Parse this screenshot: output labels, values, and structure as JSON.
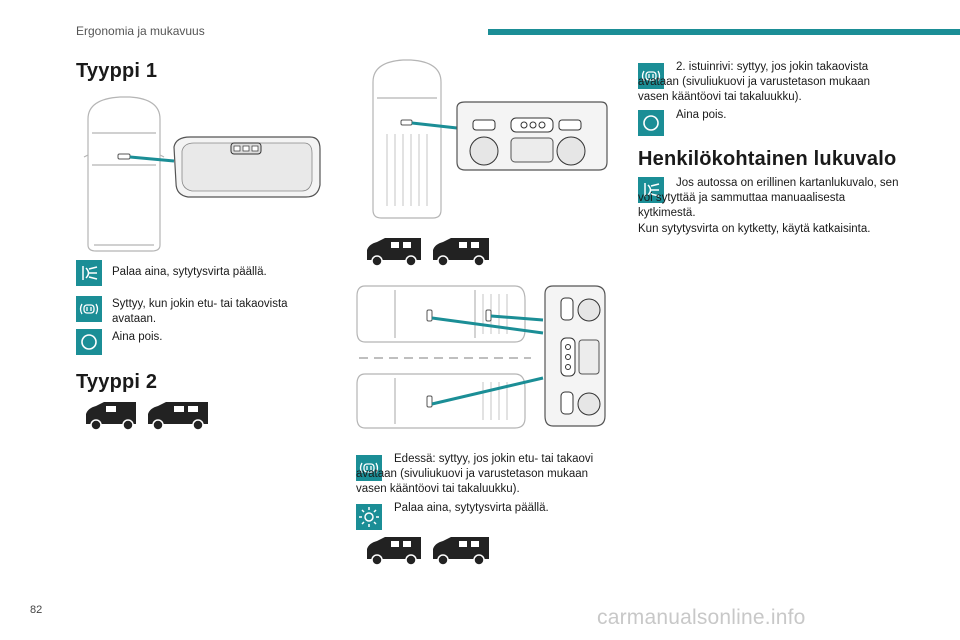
{
  "header": {
    "section": "Ergonomia ja mukavuus"
  },
  "page_number": "82",
  "watermark": "carmanualsonline.info",
  "type1": {
    "title": "Tyyppi 1",
    "items": [
      {
        "icon": "dome-light-on-icon",
        "text": "Palaa aina, sytytysvirta päällä."
      },
      {
        "icon": "door-open-light-icon",
        "text": "Syttyy, kun jokin etu- tai takaovista avataan."
      },
      {
        "icon": "light-off-circle-icon",
        "text": "Aina pois."
      }
    ]
  },
  "type2": {
    "title": "Tyyppi 2",
    "front_text": "Edessä: syttyy, jos jokin etu- tai takaovi avataan (sivuliukuovi ja varustetason mukaan vasen kääntöovi tai takaluukku).",
    "front_always_text": "Palaa aina, sytytysvirta päällä.",
    "row2_text": "2. istuinrivi: syttyy, jos jokin takaovista avataan (sivuliukuovi ja varustetason mukaan vasen kääntöovi tai takaluukku).",
    "row2_off_text": "Aina pois."
  },
  "reading_light": {
    "title": "Henkilökohtainen lukuvalo",
    "text1": "Jos autossa on erillinen kartanlukuvalo, sen voi sytyttää ja sammuttaa manuaalisesta kytkimestä.",
    "text2": "Kun sytytysvirta on kytketty, käytä katkaisinta."
  },
  "colors": {
    "accent": "#1b8e96",
    "text": "#1a1a1a"
  }
}
